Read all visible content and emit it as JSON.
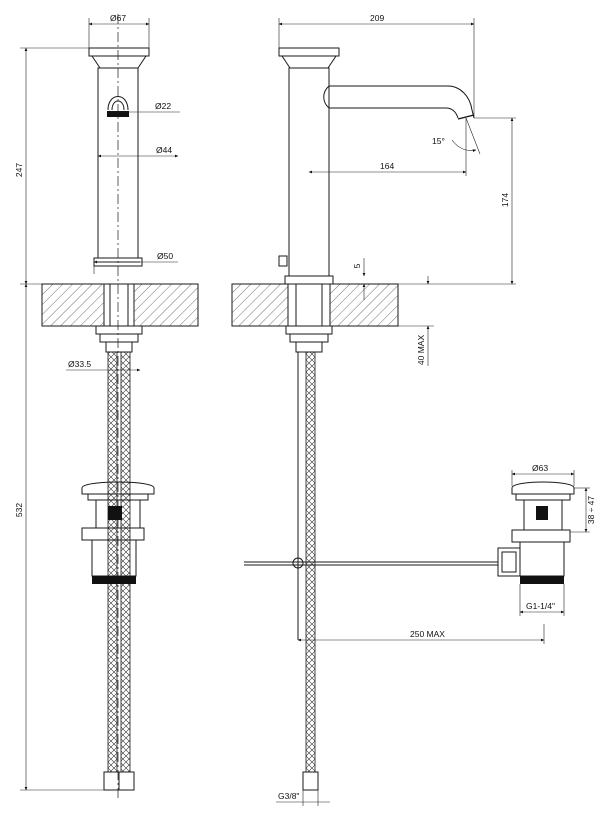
{
  "dimensions": {
    "front_top_diameter": "Ø67",
    "front_aerator_diameter": "Ø22",
    "front_body_diameter": "Ø44",
    "front_base_diameter": "Ø50",
    "front_shank_diameter": "Ø33.5",
    "front_height": "247",
    "front_total_length": "532",
    "side_total_width": "209",
    "side_spout_reach": "164",
    "side_spout_angle": "15°",
    "side_spout_height": "174",
    "side_base_ring": "5",
    "side_max_counter": "40 MAX",
    "waste_diameter": "Ø63",
    "waste_height_range": "38 ÷ 47",
    "waste_thread": "G1-1/4\"",
    "rod_max_length": "250 MAX",
    "hose_thread": "G3/8\""
  }
}
